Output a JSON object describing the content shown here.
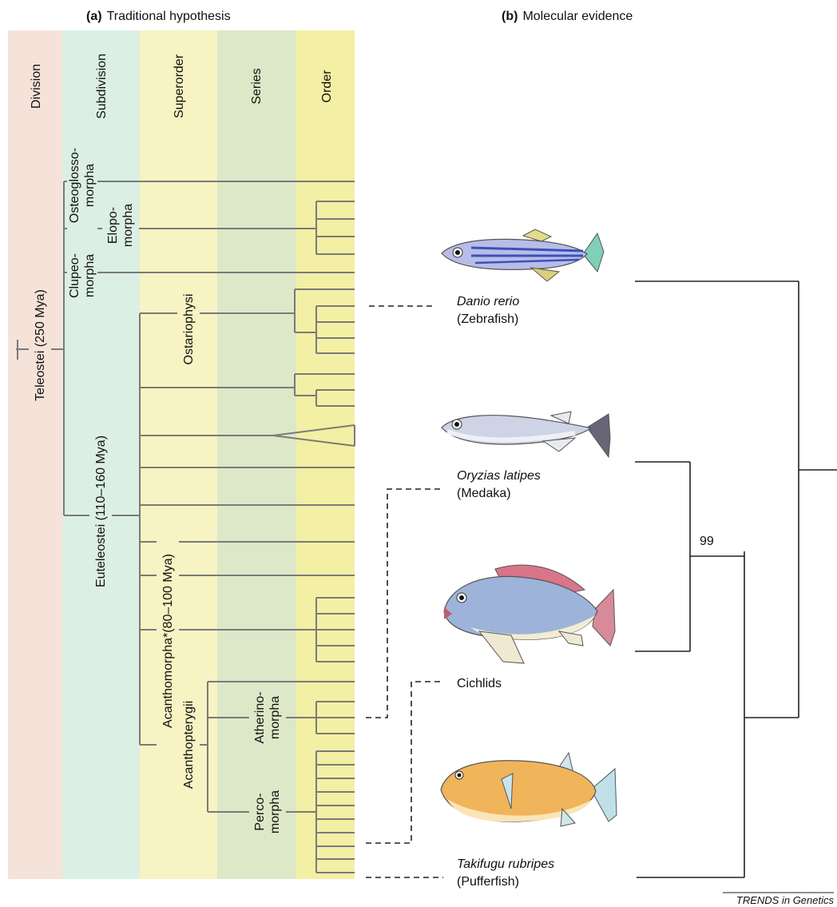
{
  "panel_a": {
    "letter": "(a)",
    "title": "Traditional hypothesis",
    "column_headers": {
      "division": "Division",
      "subdivision": "Subdivision",
      "superorder": "Superorder",
      "series": "Series",
      "order": "Order"
    },
    "labels": {
      "teleostei": "Teleostei (250 Mya)",
      "osteoglossomorpha": [
        "Osteoglosso-",
        "morpha"
      ],
      "elopomorpha": [
        "Elopo-",
        "morpha"
      ],
      "clupeomorpha": [
        "Clupeo-",
        "morpha"
      ],
      "euteleostei_time": "(110–160 Mya)",
      "euteleostei": "Euteleostei (110–160 Mya)",
      "ostariophysi": "Ostariophysi",
      "acanthomorpha": "Acanthomorpha*(80–100 Mya)",
      "acanthopterygii": "Acanthopterygii",
      "atherinomorpha": [
        "Atherino-",
        "morpha"
      ],
      "percomorpha": [
        "Perco-",
        "morpha"
      ]
    },
    "colors": {
      "division": "#f5e3da",
      "subdivision": "#dcefe4",
      "superorder": "#f7f3c2",
      "series": "#dde8c8",
      "order": "#f3efa4",
      "line": "#7a7a7a"
    }
  },
  "panel_b": {
    "letter": "(b)",
    "title": "Molecular evidence",
    "species": [
      {
        "name": "Danio rerio",
        "common": "(Zebrafish)",
        "italic": true
      },
      {
        "name": "Oryzias latipes",
        "common": "(Medaka)",
        "italic": true
      },
      {
        "name": "Cichlids",
        "common": "",
        "italic": false
      },
      {
        "name": "Takifugu rubripes",
        "common": "(Pufferfish)",
        "italic": true
      }
    ],
    "bootstrap": "99",
    "fish_icons": [
      "zebrafish-icon",
      "medaka-icon",
      "cichlid-icon",
      "pufferfish-icon"
    ]
  },
  "footer": {
    "credit": "TRENDS in Genetics"
  }
}
